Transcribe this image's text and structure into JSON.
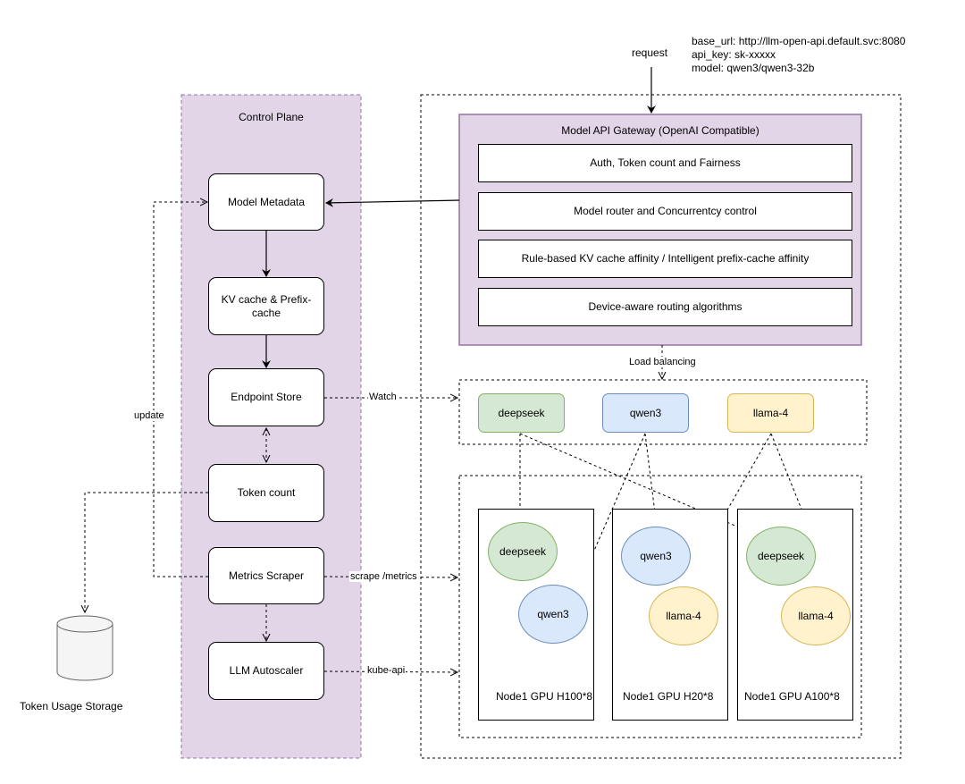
{
  "request": {
    "label": "request",
    "config": {
      "base_url": "base_url: http://llm-open-api.default.svc:8080",
      "api_key": "api_key: sk-xxxxx",
      "model": "model: qwen3/qwen3-32b"
    }
  },
  "control_plane": {
    "title": "Control Plane",
    "nodes": {
      "model_metadata": "Model Metadata",
      "kv_cache_line1": "KV cache & Prefix-",
      "kv_cache_line2": "cache",
      "endpoint_store": "Endpoint Store",
      "token_count": "Token count",
      "metrics_scraper": "Metrics Scraper",
      "llm_autoscaler": "LLM Autoscaler"
    }
  },
  "gateway": {
    "title": "Model API Gateway (OpenAI Compatible)",
    "rows": [
      "Auth, Token count and Fairness",
      "Model router and Concurrentcy control",
      "Rule-based KV cache affinity / Intelligent prefix-cache affinity",
      "Device-aware routing algorithms"
    ]
  },
  "models": [
    "deepseek",
    "qwen3",
    "llama-4"
  ],
  "nodes": [
    {
      "label": "Node1 GPU H100*8",
      "instances": [
        "deepseek",
        "qwen3"
      ]
    },
    {
      "label": "Node1 GPU H20*8",
      "instances": [
        "qwen3",
        "llama-4"
      ]
    },
    {
      "label": "Node1 GPU A100*8",
      "instances": [
        "deepseek",
        "llama-4"
      ]
    }
  ],
  "storage": {
    "label": "Token Usage Storage"
  },
  "edge_labels": {
    "load_balancing": "Load balancing",
    "watch": "Watch",
    "update": "update",
    "scrape_metrics": "scrape /metrics",
    "kube_api": "kube-api"
  },
  "colors": {
    "control_plane_fill": "#e1d5e7",
    "control_plane_border": "#9673a6",
    "green_fill": "#d5e8d4",
    "green_border": "#82b366",
    "blue_fill": "#dae8fc",
    "blue_border": "#6c8ebf",
    "yellow_fill": "#fff2cc",
    "yellow_border": "#d6b656"
  }
}
